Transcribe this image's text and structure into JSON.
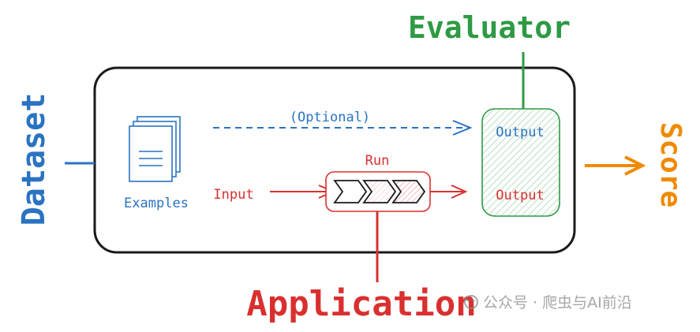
{
  "labels": {
    "dataset": "Dataset",
    "evaluator": "Evaluator",
    "score": "Score",
    "application": "Application",
    "examples": "Examples",
    "optional": "(Optional)",
    "run": "Run",
    "input": "Input",
    "output_reference": "Output",
    "output_app": "Output"
  },
  "watermark": {
    "text": "公众号 · 爬虫与AI前沿"
  },
  "colors": {
    "blue": "#2a73c2",
    "green": "#2e9a44",
    "red": "#d9302f",
    "orange": "#ef8a00",
    "black": "#1a1a1a"
  }
}
